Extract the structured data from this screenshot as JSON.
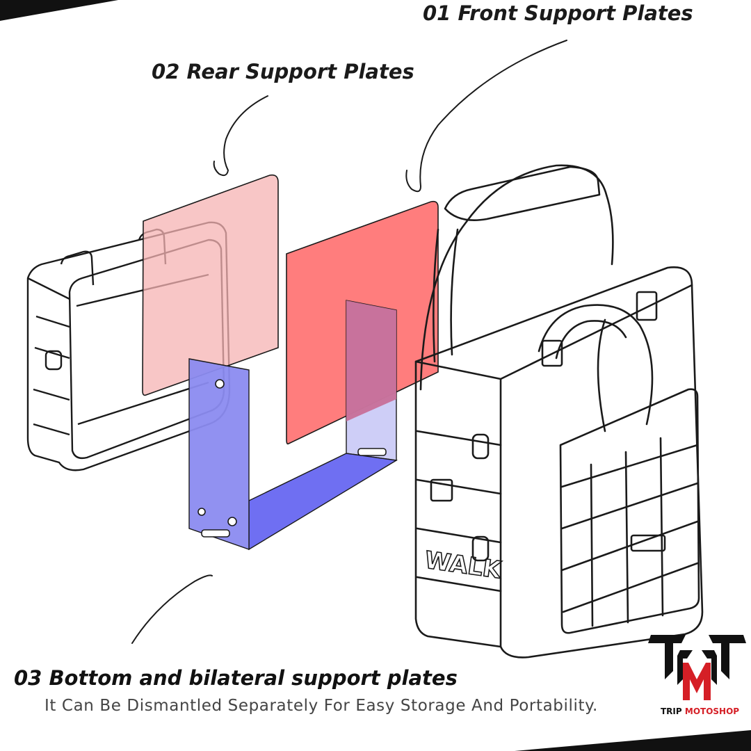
{
  "labels": {
    "front": "01 Front  Support Plates",
    "rear": "02 Rear Support Plates",
    "bottom": "03 Bottom and bilateral support plates"
  },
  "caption": "It Can Be Dismantled Separately For Easy Storage And Portability.",
  "bag_print": "WALK",
  "brand": {
    "part1": "TRIP ",
    "part2": "MOTOSHOP"
  },
  "colors": {
    "front_plate": "#ff7d7d",
    "rear_plate": "#f5b3b3",
    "bottom_plate": "#6f6ff2",
    "side_plate_light": "#c5c5f6",
    "side_plate_dark": "#c86a94",
    "brand_red": "#d51f26",
    "ink": "#1a1a1a"
  }
}
